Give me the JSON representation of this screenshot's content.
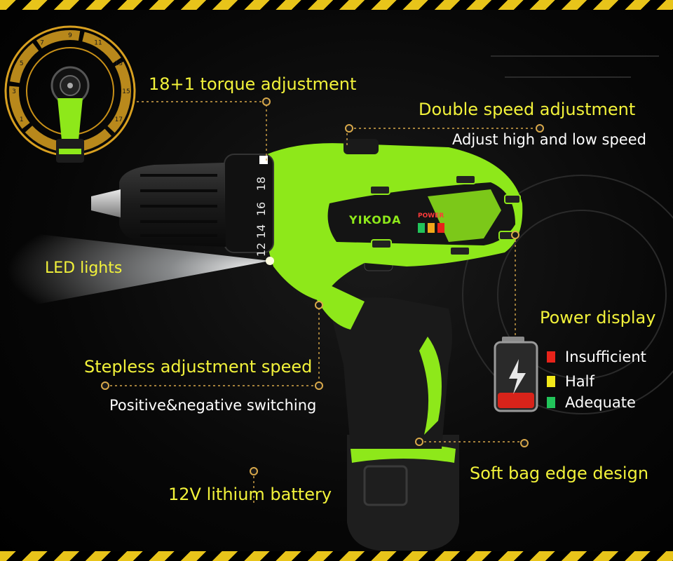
{
  "features": {
    "torque": "18+1 torque adjustment",
    "double_speed": "Double speed adjustment",
    "double_speed_sub": "Adjust high and low speed",
    "led": "LED lights",
    "power_display": "Power display",
    "stepless": "Stepless adjustment speed",
    "stepless_sub": "Positive&negative switching",
    "battery": "12V lithium battery",
    "soft_bag": "Soft bag edge design"
  },
  "power_legend": [
    {
      "label": "Insufficient",
      "color": "#e8231a"
    },
    {
      "label": "Half",
      "color": "#f2e81a"
    },
    {
      "label": "Adequate",
      "color": "#22c45a"
    }
  ],
  "drill": {
    "brand": "YIKODA",
    "power_tag": "POWER",
    "collar_numbers": [
      "18",
      "16",
      "14",
      "12"
    ],
    "dial_numbers": [
      "1",
      "3",
      "5",
      "7",
      "9",
      "11",
      "13",
      "15",
      "17"
    ]
  },
  "colors": {
    "accent_green": "#8ee81a",
    "label_yellow": "#f2f23a",
    "stripe_yellow": "#e8c41a"
  }
}
